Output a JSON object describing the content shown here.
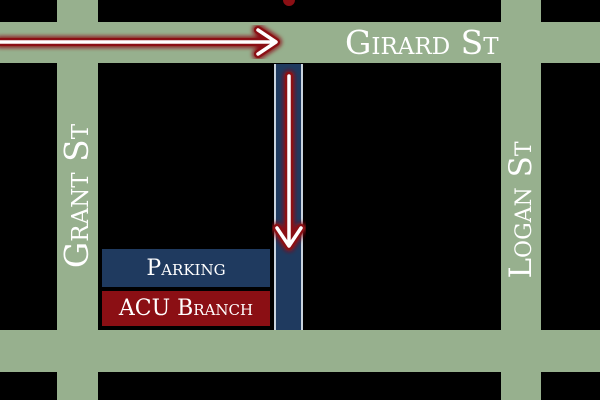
{
  "streets": {
    "girard": "Girard St",
    "grant": "Grant St",
    "logan": "Logan St"
  },
  "locations": {
    "parking": "Parking",
    "branch": "ACU Branch"
  },
  "colors": {
    "street": "#97b08e",
    "alley": "#1f3a5f",
    "branch": "#8b0f14",
    "arrow_glow": "#8b0f14",
    "background": "#000000"
  },
  "icons": {
    "route_arrow": "arrow-right",
    "entrance_arrow": "arrow-down"
  }
}
